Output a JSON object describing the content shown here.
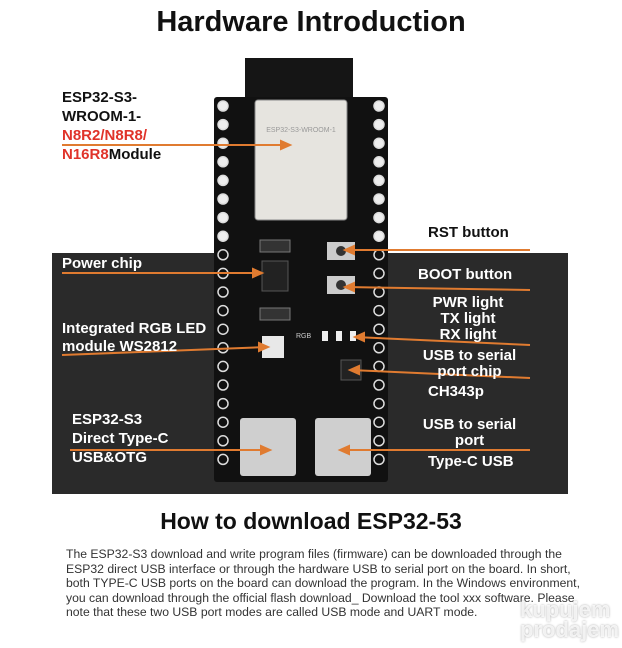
{
  "title": "Hardware Introduction",
  "module_label": {
    "line1": "ESP32-S3-",
    "line2": "WROOM-1-",
    "line3": "N8R2/N8R8/",
    "line4": "N16R8",
    "line4_suffix": "Module"
  },
  "module_chip_text": "ESP32-S3-WROOM-1",
  "rgb_silk": "RGB",
  "labels_left": {
    "power_chip": "Power chip",
    "rgb_led": [
      "Integrated RGB LED",
      "module WS2812"
    ],
    "type_c": [
      "ESP32-S3",
      "Direct Type-C",
      "USB&OTG"
    ]
  },
  "labels_right": {
    "rst": "RST button",
    "boot": "BOOT button",
    "lights": [
      "PWR light",
      "TX light",
      "RX light"
    ],
    "usb_serial_chip": [
      "USB to serial",
      "port chip"
    ],
    "ch343p": "CH343p",
    "usb_serial_port": [
      "USB to serial",
      "port"
    ],
    "type_c_usb": "Type-C USB"
  },
  "section2_title": "How to download ESP32-53",
  "paragraph": "The ESP32-S3 download and write program files (firmware) can be downloaded through the ESP32 direct USB interface or through the hardware USB to serial port on the board. In short, both TYPE-C USB ports on the board can download the program. In the Windows environment, you can download through the official flash download_ Download the tool xxx software. Please note that these two USB port modes are called USB mode and UART mode.",
  "watermark": [
    "kupujem",
    "prodajem"
  ],
  "colors": {
    "arrow": "#e07b30",
    "panel": "#2a2a2a",
    "accent_red": "#e0332a",
    "board": "#111111"
  }
}
